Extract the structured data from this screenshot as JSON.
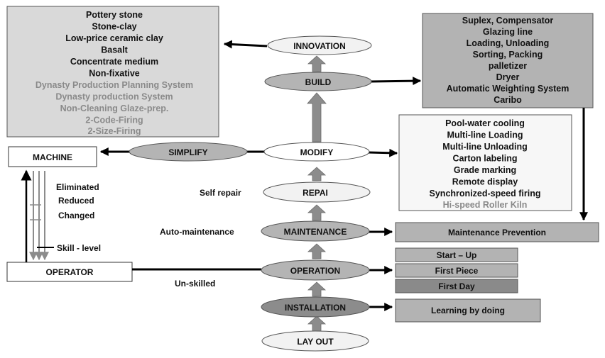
{
  "stages": {
    "layout": "LAY OUT",
    "installation": "INSTALLATION",
    "operation": "OPERATION",
    "maintenance": "MAINTENANCE",
    "repai": "REPAI",
    "modify": "MODIFY",
    "build": "BUILD",
    "innovation": "INNOVATION",
    "simplify": "SIMPLIFY"
  },
  "left_box": {
    "dark_items": [
      "Pottery stone",
      "Stone-clay",
      "Low-price ceramic clay",
      "Basalt",
      "Concentrate medium",
      "Non-fixative"
    ],
    "grey_items": [
      "Dynasty Production Planning System",
      "Dynasty production System",
      "Non-Cleaning Glaze-prep.",
      "2-Code-Firing",
      "2-Size-Firing"
    ]
  },
  "right_top_box": {
    "items": [
      "Suplex, Compensator",
      "Glazing line",
      "Loading, Unloading",
      "Sorting, Packing",
      "palletizer",
      "Dryer",
      "Automatic Weighting System",
      "Caribo"
    ]
  },
  "right_mid_box": {
    "dark_items": [
      "Pool-water cooling",
      "Multi-line Loading",
      "Multi-line Unloading",
      "Carton labeling",
      "Grade marking",
      "Remote display",
      "Synchronized-speed firing"
    ],
    "grey_items": [
      "Hi-speed Roller Kiln"
    ]
  },
  "results": {
    "maintenance_prevention": "Maintenance Prevention",
    "start_up": "Start – Up",
    "first_piece": "First Piece",
    "first_day": "First Day",
    "learning": "Learning by doing"
  },
  "machine": "MACHINE",
  "operator": "OPERATOR",
  "side_labels": {
    "eliminated": "Eliminated",
    "reduced": "Reduced",
    "changed": "Changed",
    "skill_level": "Skill - level",
    "self_repair": "Self repair",
    "auto_maintenance": "Auto-maintenance",
    "unskilled": "Un-skilled"
  },
  "colors": {
    "ellipse_light": "#f2f2f2",
    "ellipse_mid": "#b4b4b4",
    "ellipse_dark": "#8c8c8c",
    "box_light": "#d9d9d9",
    "box_mid": "#b3b3b3",
    "box_dark": "#8a8a8a",
    "arrow_grey": "#8c8c8c",
    "grey_text": "#8a8a8a",
    "dark_text": "#111111"
  }
}
